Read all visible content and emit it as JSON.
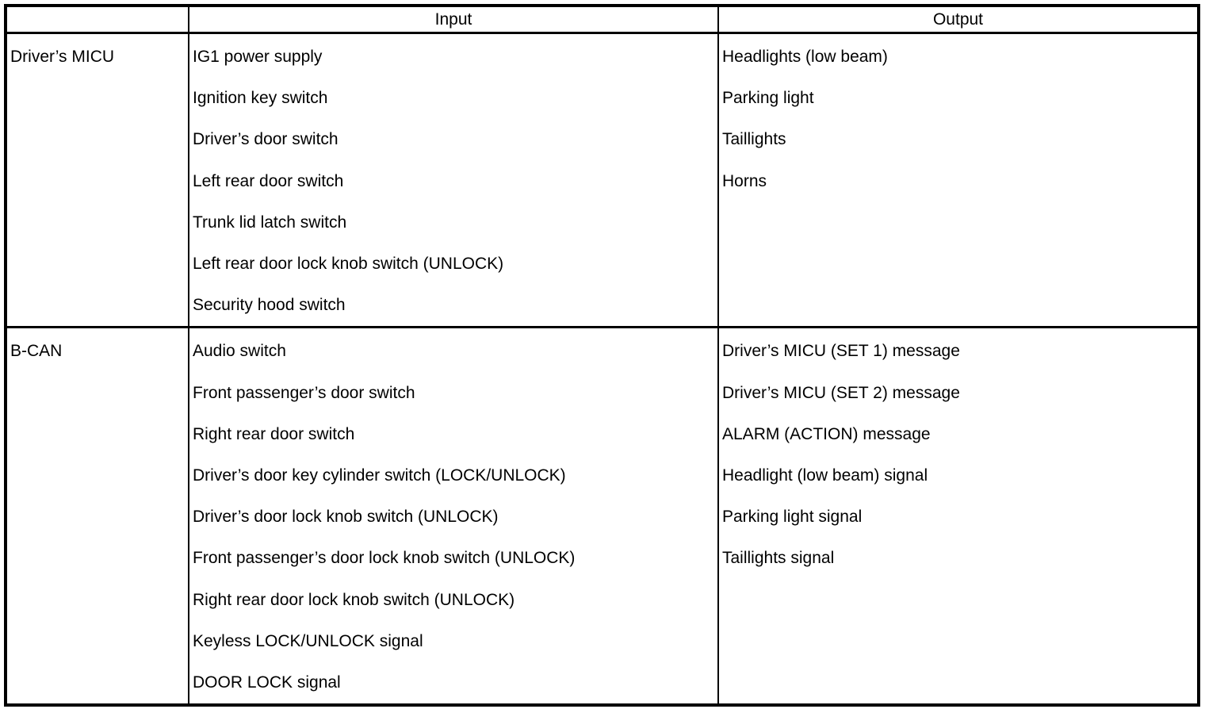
{
  "table": {
    "header": {
      "source_label": "",
      "input_label": "Input",
      "output_label": "Output"
    },
    "rows": [
      {
        "source": "Driver’s MICU",
        "inputs": [
          "IG1 power supply",
          "Ignition key switch",
          "Driver’s door switch",
          "Left rear door switch",
          "Trunk lid latch switch",
          "Left rear door lock knob switch (UNLOCK)",
          "Security hood switch"
        ],
        "outputs": [
          "Headlights (low beam)",
          "Parking light",
          "Taillights",
          "Horns"
        ]
      },
      {
        "source": "B-CAN",
        "inputs": [
          "Audio switch",
          "Front passenger’s door switch",
          "Right rear door switch",
          "Driver’s door key cylinder switch (LOCK/UNLOCK)",
          "Driver’s door lock knob switch (UNLOCK)",
          "Front passenger’s door lock knob switch (UNLOCK)",
          "Right rear door lock knob switch (UNLOCK)",
          "Keyless LOCK/UNLOCK signal",
          "DOOR LOCK signal"
        ],
        "outputs": [
          "Driver’s MICU (SET 1) message",
          "Driver’s MICU (SET 2) message",
          "ALARM (ACTION) message",
          "Headlight (low beam) signal",
          "Parking light signal",
          "Taillights signal"
        ]
      }
    ]
  },
  "colors": {
    "border": "#000000",
    "text": "#000000",
    "background": "#ffffff"
  }
}
